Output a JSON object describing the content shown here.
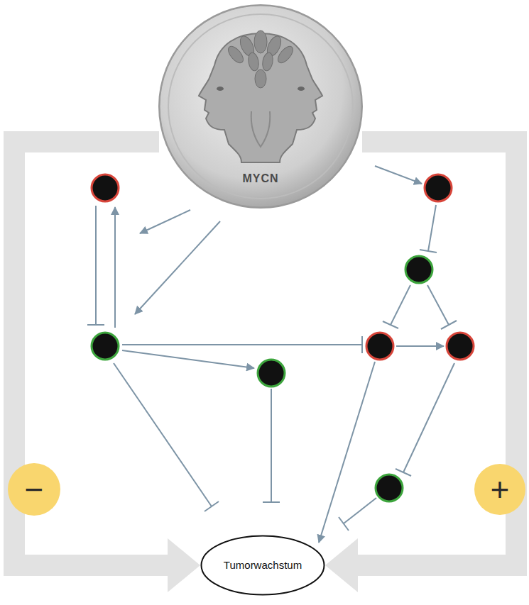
{
  "diagram": {
    "nodes": [
      {
        "text": [
          "MYCN"
        ]
      },
      {
        "text": [
          "−"
        ]
      },
      {
        "text": [
          "+"
        ]
      },
      {
        "text": [
          "Tumorwachstum"
        ]
      }
    ],
    "edges": [
      {
        "from": 0,
        "to": 3,
        "arrow": "to"
      },
      {
        "from": 0,
        "to": 3,
        "arrow": "to"
      }
    ]
  }
}
